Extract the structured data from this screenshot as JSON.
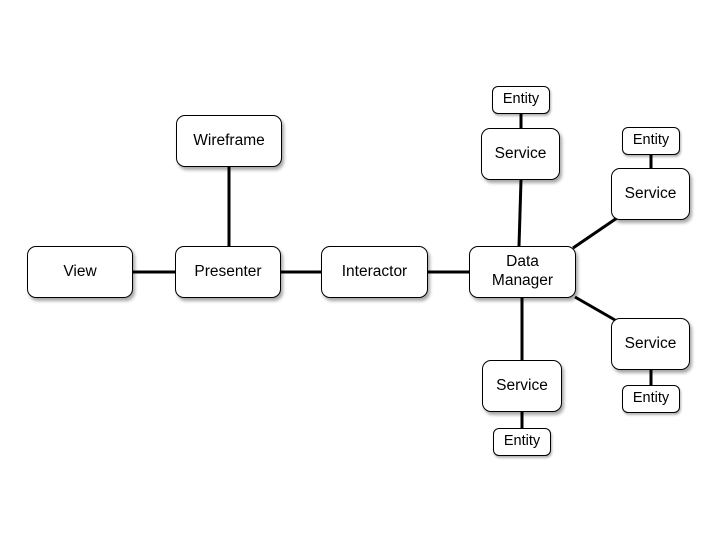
{
  "diagram": {
    "nodes": {
      "view": "View",
      "presenter": "Presenter",
      "wireframe": "Wireframe",
      "interactor": "Interactor",
      "data_manager": "Data\nManager",
      "service_top": "Service",
      "entity_top": "Entity",
      "service_upper_right": "Service",
      "entity_upper_right": "Entity",
      "service_lower_right": "Service",
      "entity_lower_right": "Entity",
      "service_bottom": "Service",
      "entity_bottom": "Entity"
    },
    "edges": [
      {
        "from": "view",
        "to": "presenter"
      },
      {
        "from": "wireframe",
        "to": "presenter"
      },
      {
        "from": "presenter",
        "to": "interactor"
      },
      {
        "from": "interactor",
        "to": "data_manager"
      },
      {
        "from": "data_manager",
        "to": "service_top"
      },
      {
        "from": "service_top",
        "to": "entity_top"
      },
      {
        "from": "data_manager",
        "to": "service_upper_right"
      },
      {
        "from": "service_upper_right",
        "to": "entity_upper_right"
      },
      {
        "from": "data_manager",
        "to": "service_lower_right"
      },
      {
        "from": "service_lower_right",
        "to": "entity_lower_right"
      },
      {
        "from": "data_manager",
        "to": "service_bottom"
      },
      {
        "from": "service_bottom",
        "to": "entity_bottom"
      }
    ],
    "colors": {
      "line": "#000000",
      "box_border": "#000000",
      "box_fill": "#ffffff",
      "text": "#000000"
    }
  }
}
